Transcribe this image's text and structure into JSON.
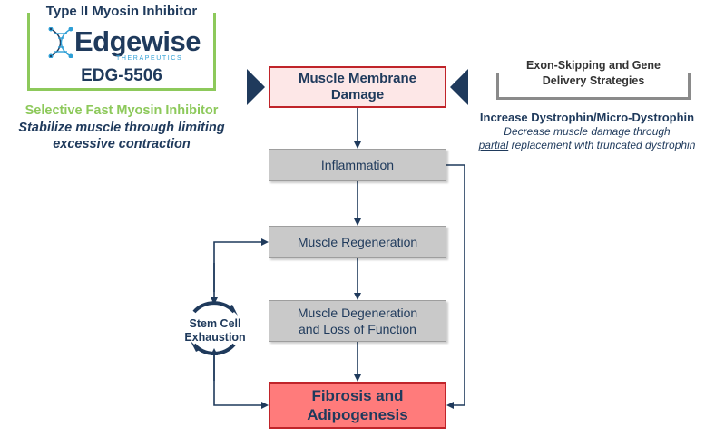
{
  "left_panel": {
    "title": "Type II Myosin Inhibitor",
    "logo_name": "Edgewise",
    "logo_subtitle": "THERAPEUTICS",
    "logo_icon": "dna-helix-icon",
    "code": "EDG-5506",
    "headline": "Selective Fast Myosin Inhibitor",
    "description_line1": "Stabilize muscle through limiting",
    "description_line2": "excessive contraction",
    "accent_color": "#8dc95b"
  },
  "right_panel": {
    "title_line1": "Exon-Skipping and Gene",
    "title_line2": "Delivery Strategies",
    "headline": "Increase Dystrophin/Micro-Dystrophin",
    "description_line1": "Decrease muscle damage through",
    "description_underlined": "partial",
    "description_line2_rest": " replacement with truncated dystrophin"
  },
  "flow": {
    "membrane_line1": "Muscle Membrane",
    "membrane_line2": "Damage",
    "inflammation": "Inflammation",
    "regeneration": "Muscle Regeneration",
    "degeneration_line1": "Muscle Degeneration",
    "degeneration_line2": "and Loss of Function",
    "fibrosis_line1": "Fibrosis and",
    "fibrosis_line2": "Adipogenesis"
  },
  "cycle": {
    "label_line1": "Stem Cell",
    "label_line2": "Exhaustion"
  },
  "colors": {
    "navy": "#1f3a5c",
    "red_border": "#c0242a",
    "bottom_fill": "#ff7b7b",
    "gray_box": "#c9c9c9"
  }
}
